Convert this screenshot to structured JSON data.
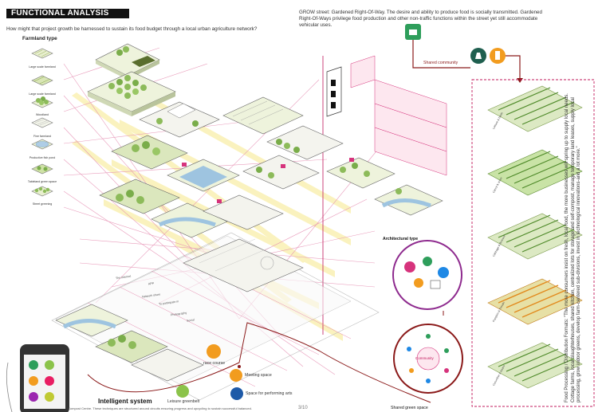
{
  "header": {
    "title": "FUNCTIONAL ANALYSIS",
    "question": "How might that project growth be harnessed to sustain its food budget through a local urban agriculture network?"
  },
  "grow_text": "GROW street: Gardened Right-Of-Way. The desire and ability to produce food is socially transmitted. Gardened Right-Of-Ways privilege food production and other non-traffic functions within the street yet still accommodate vehicular uses.",
  "farmland": {
    "title": "Farmland type",
    "items": [
      {
        "label": "Large scale farmland"
      },
      {
        "label": "Large scale farmland"
      },
      {
        "label": "Woodland"
      },
      {
        "label": "Fine farmland"
      },
      {
        "label": "Productive fish pond"
      },
      {
        "label": "Tableland green space"
      },
      {
        "label": "Street greening"
      }
    ]
  },
  "labels": {
    "shared_community": "Shared community",
    "architectural_type": "Architectural type",
    "shared_green_space": "Shared green space",
    "race_course": "race course",
    "meeting_space": "Meeting space",
    "leisure_greenbelt": "Leisure greenbelt",
    "performing_arts": "Space for performing arts",
    "intelligent_system": "Intelligent system",
    "community_center": "Community"
  },
  "network_labels": [
    "The internet",
    "APP",
    "Network share",
    "To participate in",
    "Photography",
    "Social"
  ],
  "vegetable_labels": [
    "Lettuce & beets",
    "Carrot & onion",
    "Cabbage & Broccoli",
    "Pumpkin & Tomato",
    "Cucumber & beans"
  ],
  "vertical_caption": "Food Processing / Distribution Formats: \"The more consumers insist on fresh, local food, the more businesses will spring up to supply local needs. Cottage farms, local slaughterhouses, shared kitchen, centralized lots for storage and self-compost, manage temporary land leases, supply local processing, grow indoor greens, develop farm-centered sub-divisions, invest in technological innovations-and a lot more.\"",
  "page_number": "3/10",
  "bottom_caption": "Compost Centre. These techniques are structured around circuits ensuring progress and upcycling to sustain successful balanced.",
  "colors": {
    "accent_pink": "#c2185b",
    "dark_red": "#8b1a1a",
    "green": "#2e9e5b",
    "orange": "#f29c1f",
    "purple": "#8e2a8e",
    "yellow_band": "#f7e98a",
    "header_bg": "#111111"
  }
}
